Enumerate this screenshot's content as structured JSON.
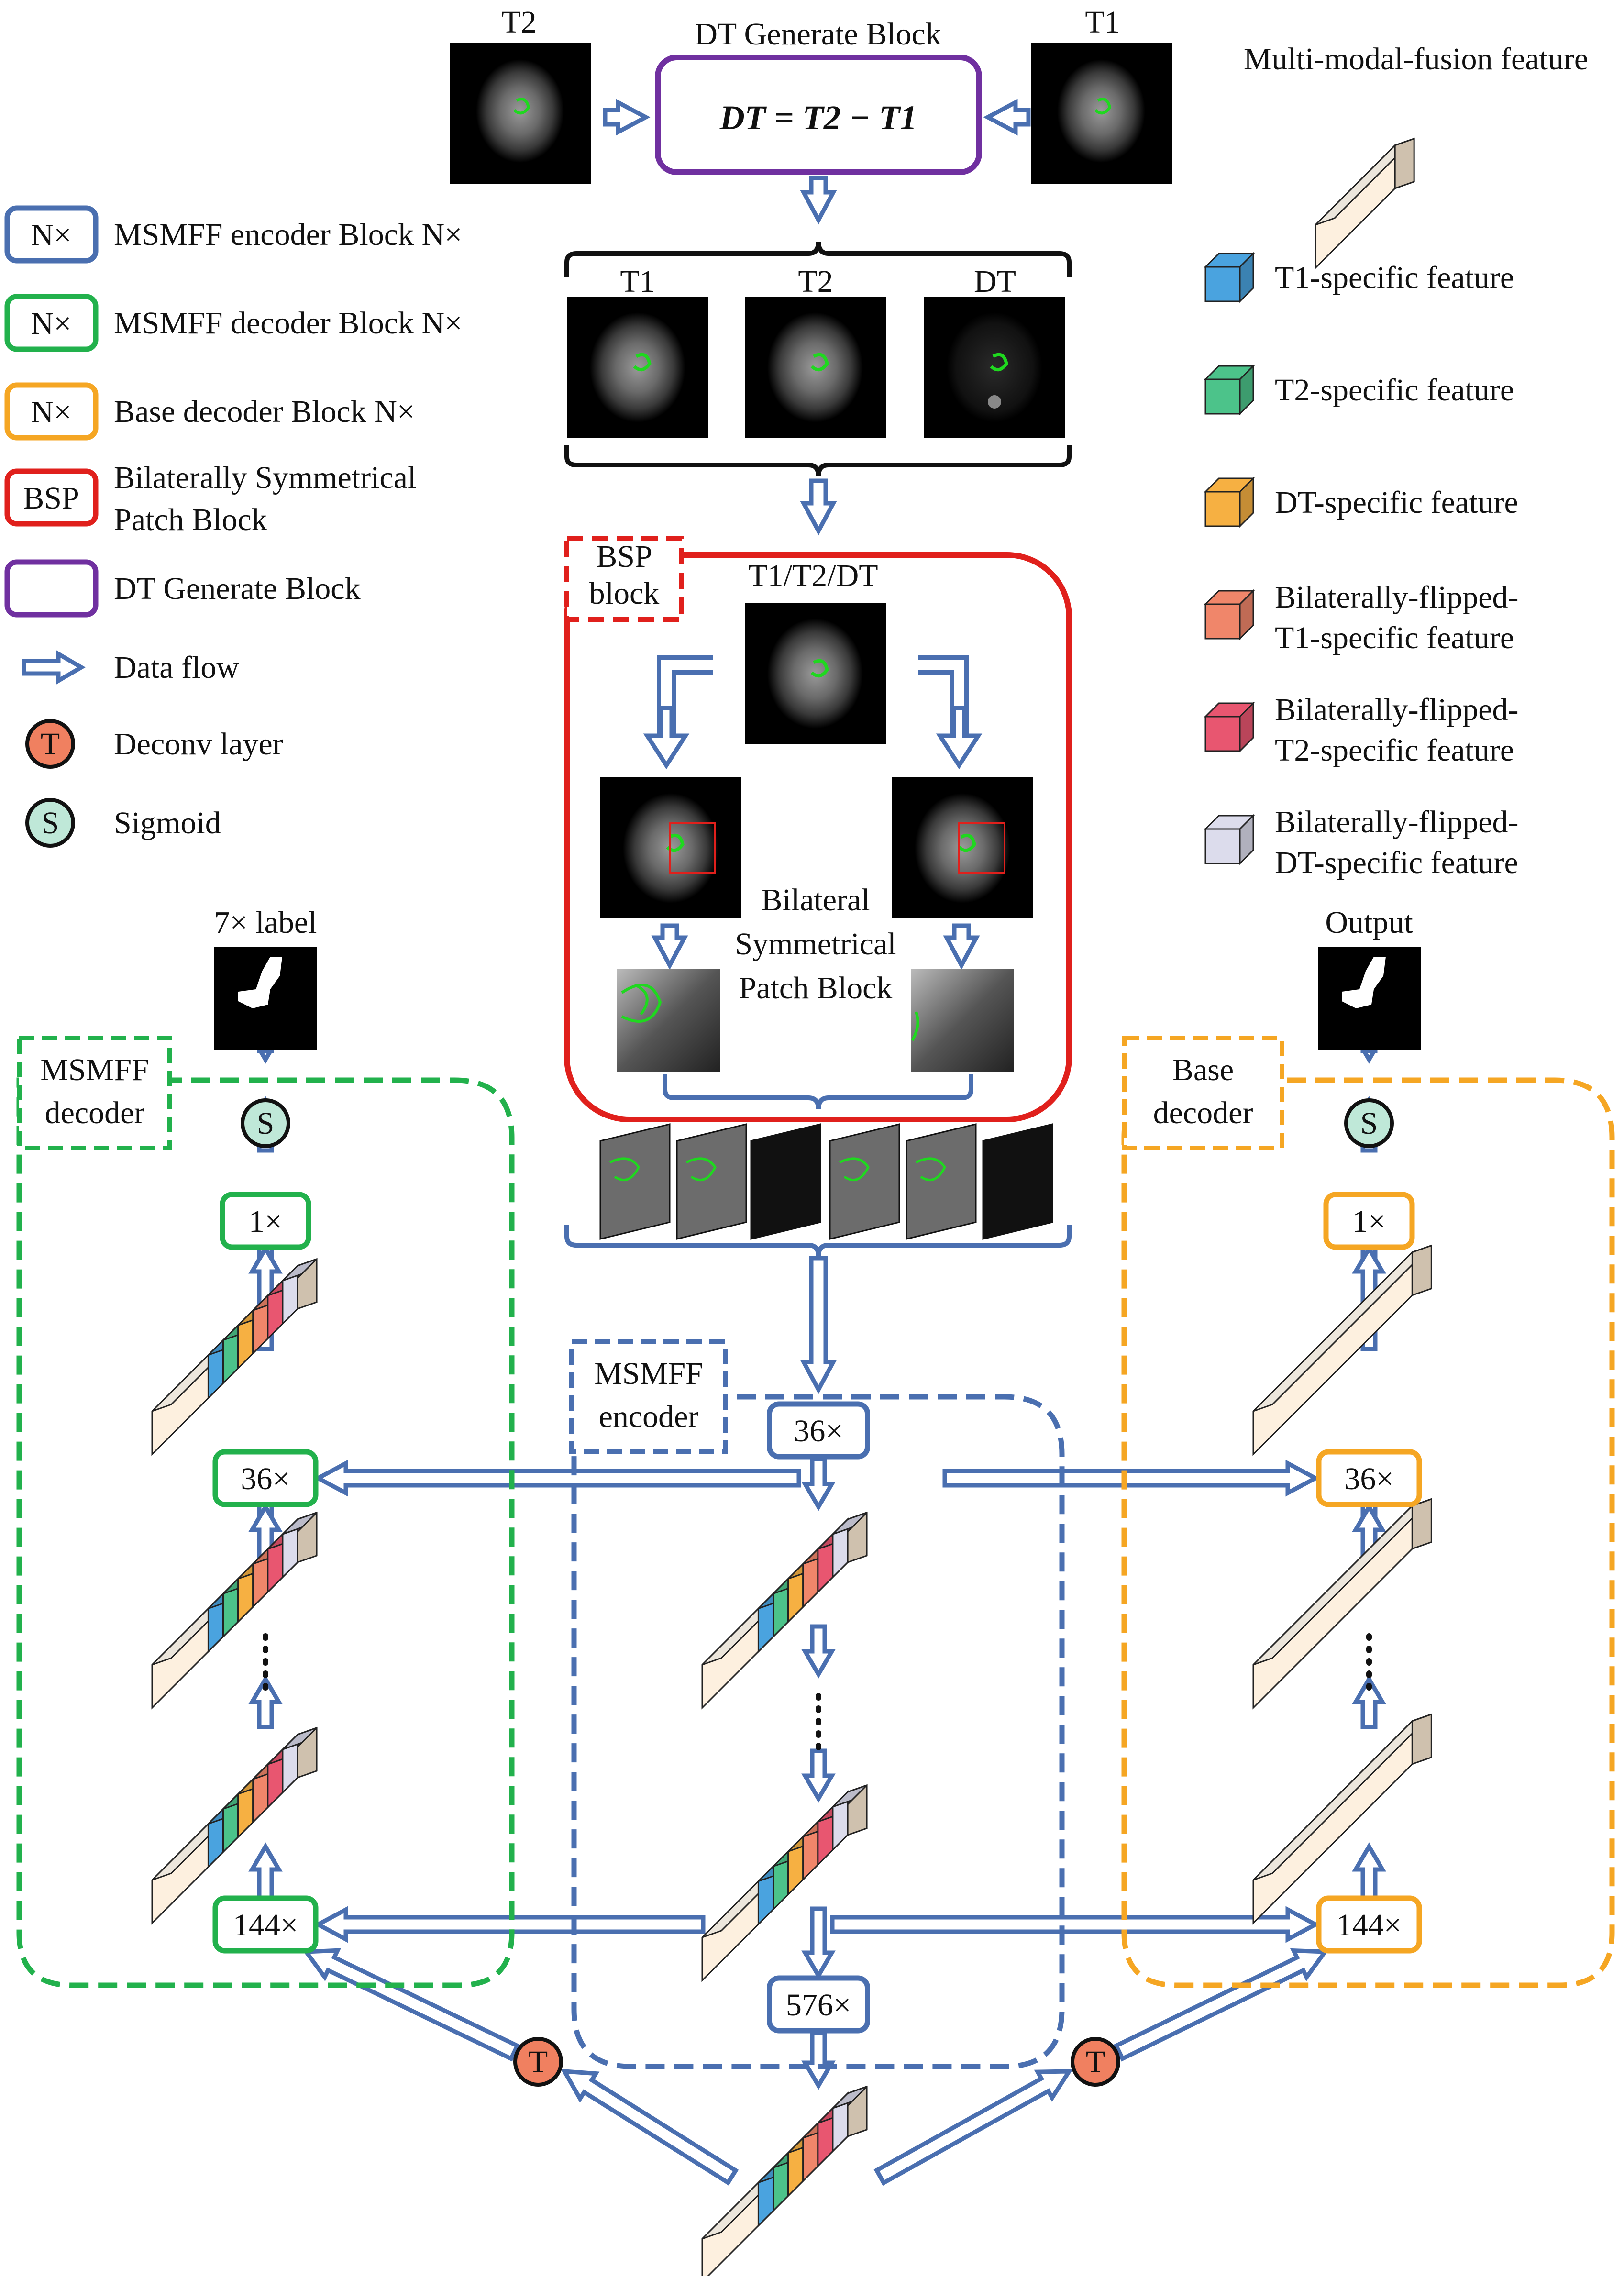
{
  "top": {
    "t2_caption": "T2",
    "t1_caption": "T1",
    "dt_block_title": "DT Generate Block",
    "dt_formula": "DT = T2 − T1",
    "brace_labels": [
      "T1",
      "T2",
      "DT"
    ]
  },
  "legend_left": [
    {
      "tag": "N×",
      "color": "#4a6fb0",
      "label": "MSMFF encoder Block N×"
    },
    {
      "tag": "N×",
      "color": "#22b14c",
      "label": "MSMFF decoder Block N×"
    },
    {
      "tag": "N×",
      "color": "#f5a623",
      "label": "Base decoder Block N×"
    },
    {
      "tag": "BSP",
      "color": "#e0201c",
      "label1": "Bilaterally Symmetrical",
      "label2": "Patch Block"
    },
    {
      "tag": "",
      "color": "#7030a0",
      "label": "DT Generate Block"
    },
    {
      "icon": "arrow-icon",
      "label": "Data flow"
    },
    {
      "icon": "T",
      "fill": "#f08060",
      "label": "Deconv layer"
    },
    {
      "icon": "S",
      "fill": "#bfe8d8",
      "label": "Sigmoid"
    }
  ],
  "legend_right": {
    "title": "Multi-modal-fusion feature",
    "items": [
      {
        "color": "#4aa3df",
        "label1": "T1-specific feature",
        "label2": ""
      },
      {
        "color": "#4cc38a",
        "label1": "T2-specific feature",
        "label2": ""
      },
      {
        "color": "#f6b042",
        "label1": "DT-specific feature",
        "label2": ""
      },
      {
        "color": "#f0866a",
        "label1": "Bilaterally-flipped-",
        "label2": "T1-specific feature"
      },
      {
        "color": "#e85670",
        "label1": "Bilaterally-flipped-",
        "label2": "T2-specific feature"
      },
      {
        "color": "#dcdcec",
        "label1": "Bilaterally-flipped-",
        "label2": "DT-specific feature"
      }
    ]
  },
  "bsp": {
    "tag1": "BSP",
    "tag2": "block",
    "input_label": "T1/T2/DT",
    "caption1": "Bilateral",
    "caption2": "Symmetrical",
    "caption3": "Patch Block"
  },
  "msmff_decoder": {
    "tag1": "MSMFF",
    "tag2": "decoder",
    "label_caption": "7× label",
    "blocks": [
      "1×",
      "36×",
      "144×"
    ]
  },
  "base_decoder": {
    "tag1": "Base",
    "tag2": "decoder",
    "output_caption": "Output",
    "blocks": [
      "1×",
      "36×",
      "144×"
    ]
  },
  "msmff_encoder": {
    "tag1": "MSMFF",
    "tag2": "encoder",
    "blocks": [
      "36×",
      "576×"
    ]
  },
  "ops": {
    "sigmoid": "S",
    "deconv": "T",
    "vdots": "⋮"
  },
  "colors": {
    "encoder": "#4a6fb0",
    "decoder": "#22b14c",
    "base": "#f5a623",
    "bsp": "#e0201c",
    "dt": "#7030a0",
    "arrow": "#4a6fb0",
    "bar_front": "#fdf0df",
    "bar_top": "#ece6dc",
    "bar_side": "#cfc1ae"
  }
}
